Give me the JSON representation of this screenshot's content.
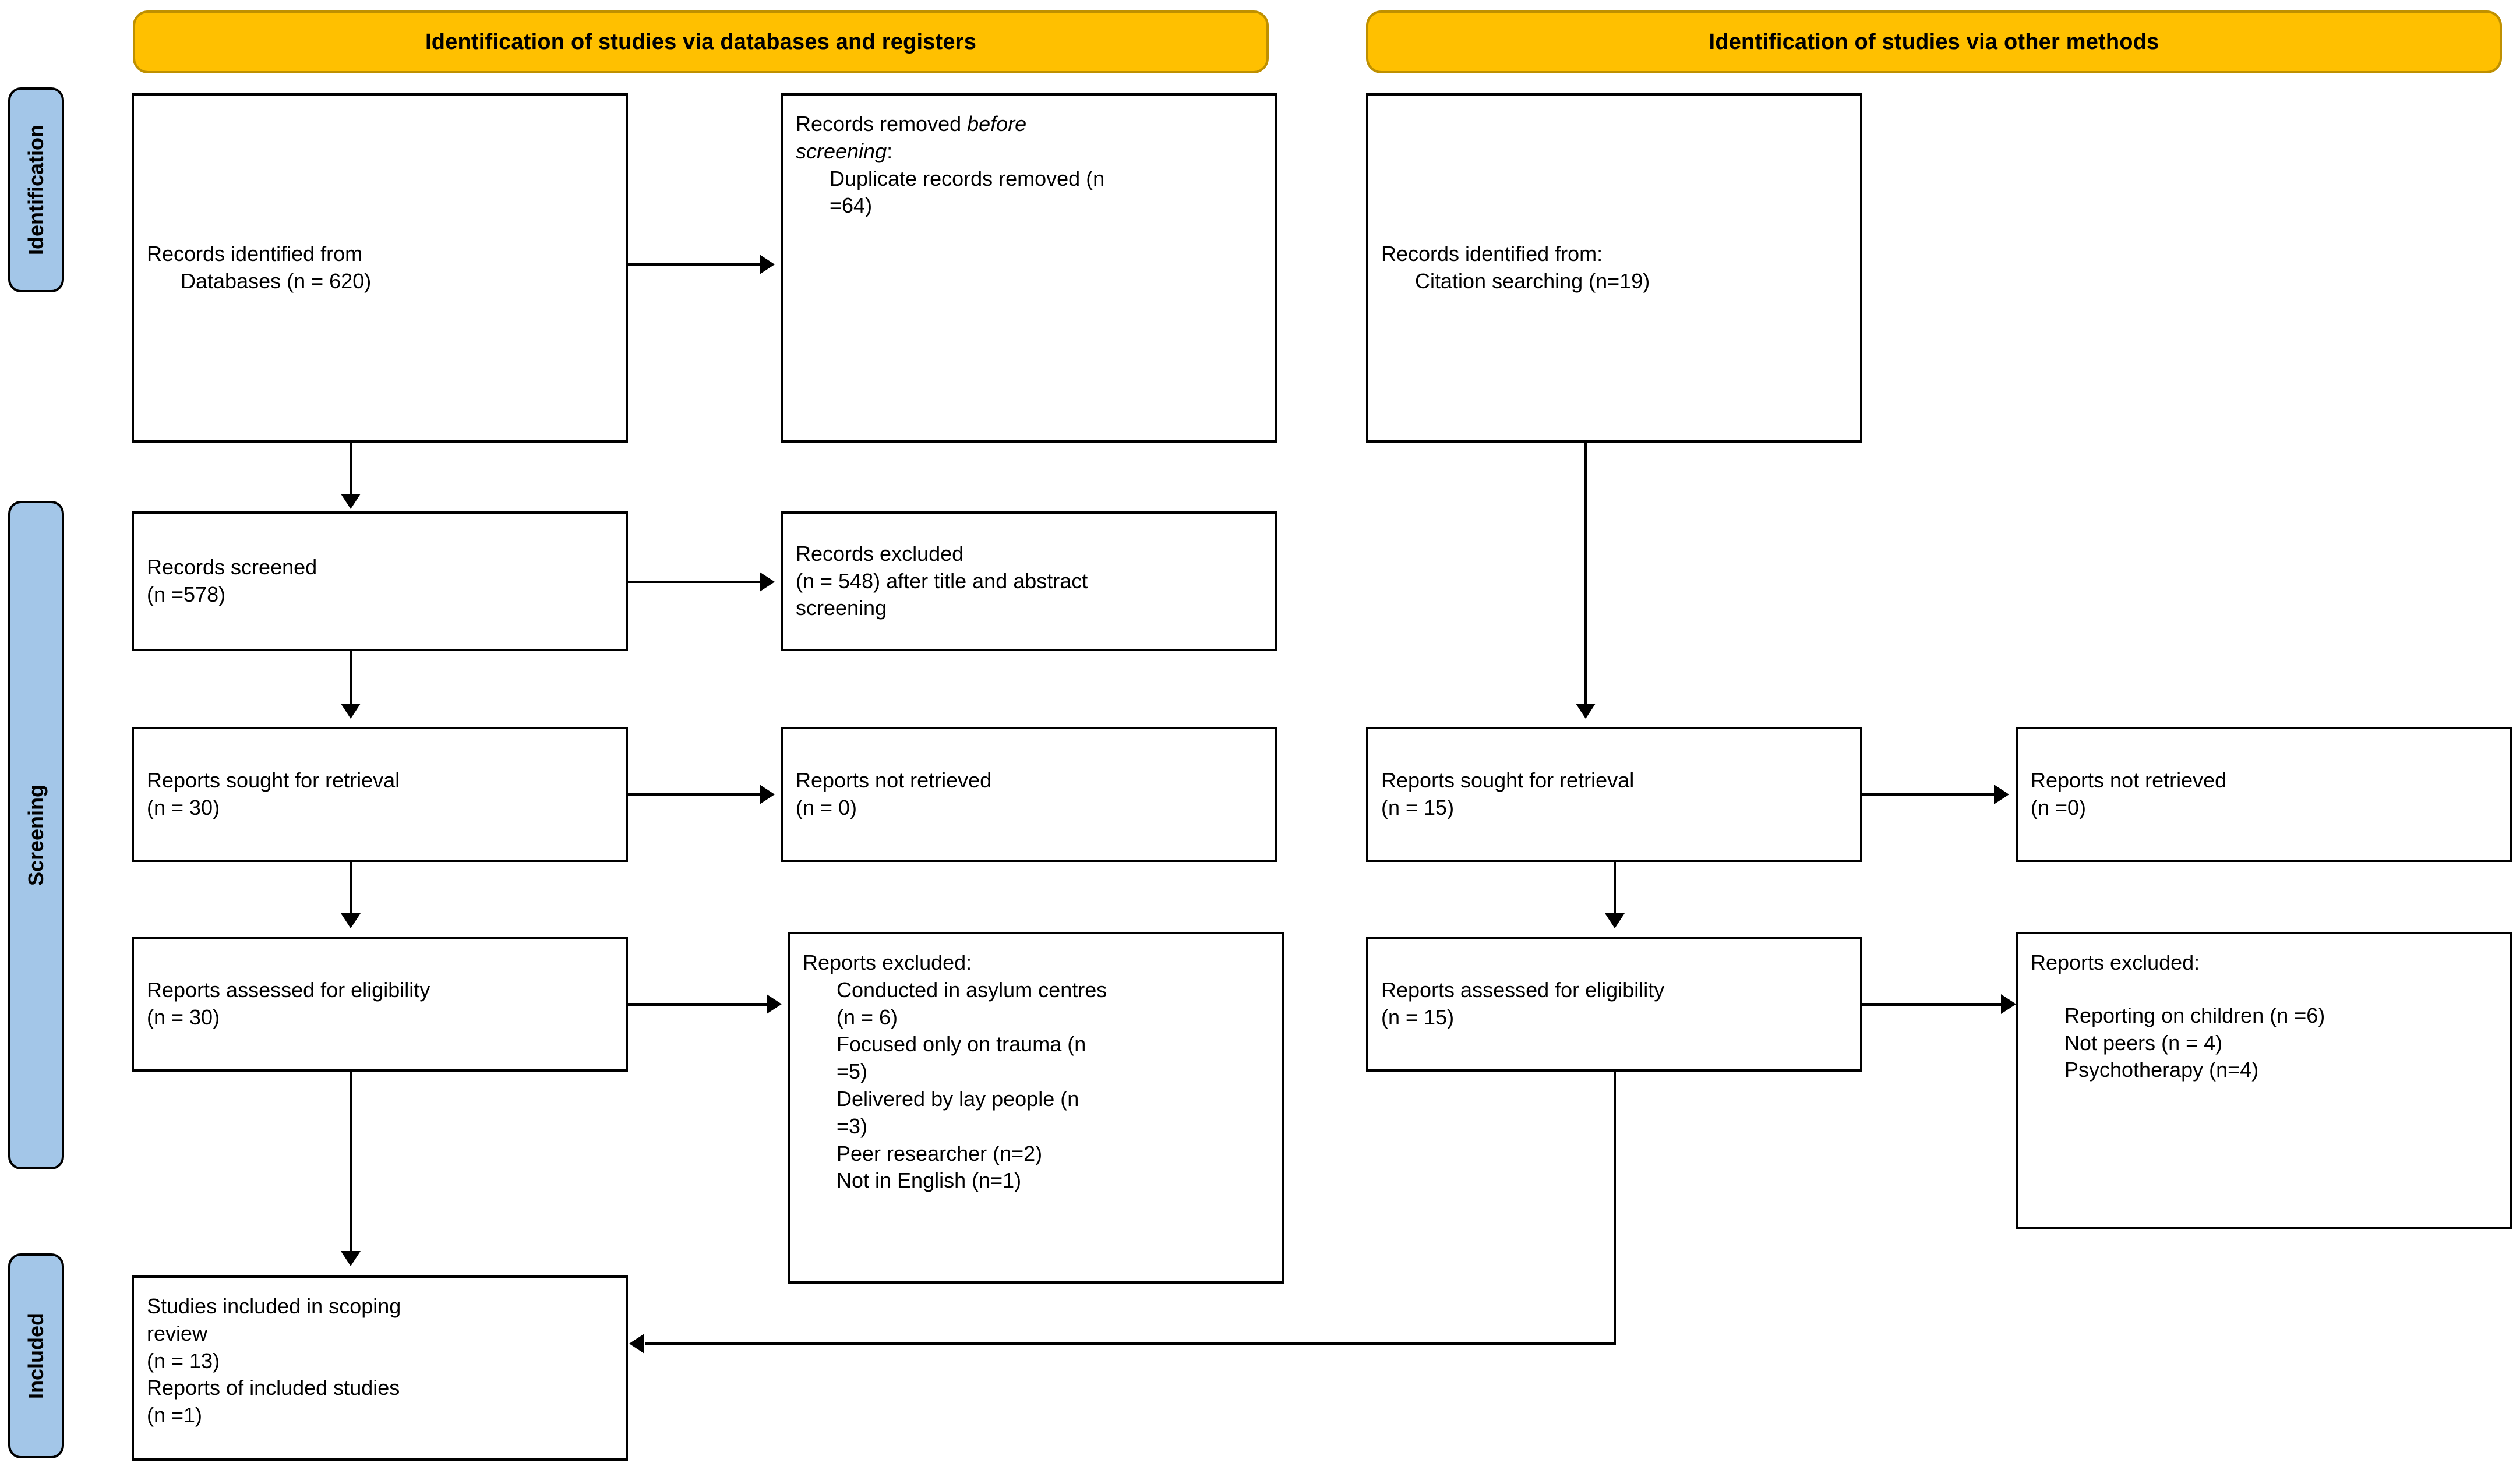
{
  "diagram": {
    "type": "PRISMA 2020 flow diagram",
    "colors": {
      "banner_fill": "#FFC000",
      "banner_border": "#BF9000",
      "stage_tab_fill": "#A3C6E8",
      "box_border": "#000000",
      "box_fill": "#FFFFFF",
      "connector": "#000000"
    }
  },
  "banners": {
    "left": "Identification of studies via databases and registers",
    "right": "Identification of studies via other methods"
  },
  "stage_tabs": [
    {
      "label": "Identification"
    },
    {
      "label": "Screening"
    },
    {
      "label": "Included"
    }
  ],
  "left_column": {
    "identified": {
      "line1": "Records identified from",
      "line2": "Databases (n = 620)"
    },
    "removed": {
      "line1a": "Records removed ",
      "line1b": "before",
      "line2a": "screening",
      "line2b": ":",
      "line3": "Duplicate records removed (n",
      "line4": "=64)"
    },
    "screened": {
      "line1": "Records screened",
      "line2": "(n =578)"
    },
    "excluded_screening": {
      "line1": "Records excluded",
      "line2": "(n = 548) after title and abstract",
      "line3": "screening"
    },
    "sought": {
      "line1": "Reports sought for retrieval",
      "line2": "(n = 30)"
    },
    "not_retrieved": {
      "line1": "Reports not retrieved",
      "line2": "(n = 0)"
    },
    "eligibility": {
      "line1": "Reports assessed for eligibility",
      "line2": "(n = 30)"
    },
    "excluded_reports": {
      "heading": "Reports excluded:",
      "items": [
        "Conducted in asylum centres",
        "(n = 6)",
        "Focused only on trauma (n",
        "=5)",
        "Delivered by lay people (n",
        "=3)",
        "Peer researcher (n=2)",
        "Not in English (n=1)"
      ]
    }
  },
  "right_column": {
    "identified": {
      "line1": "Records identified from:",
      "line2": "Citation searching (n=19)"
    },
    "sought": {
      "line1": "Reports sought for retrieval",
      "line2": "(n = 15)"
    },
    "not_retrieved": {
      "line1": "Reports not retrieved",
      "line2": "(n =0)"
    },
    "eligibility": {
      "line1": "Reports assessed for eligibility",
      "line2": "(n = 15)"
    },
    "excluded_reports": {
      "heading": "Reports excluded:",
      "items": [
        "Reporting on children (n =6)",
        "Not peers (n = 4)",
        "Psychotherapy (n=4)"
      ]
    }
  },
  "included_box": {
    "line1": "Studies included in scoping",
    "line2": "review",
    "line3": "(n = 13)",
    "line4": "Reports of included studies",
    "line5": "(n =1)"
  },
  "chart_data": {
    "type": "table",
    "title": "PRISMA 2020 flow diagram counts",
    "categories": [
      "Records identified from databases",
      "Duplicate records removed before screening",
      "Records screened",
      "Records excluded after title and abstract screening",
      "Reports sought for retrieval (databases)",
      "Reports not retrieved (databases)",
      "Reports assessed for eligibility (databases)",
      "Excluded: Conducted in asylum centres",
      "Excluded: Focused only on trauma",
      "Excluded: Delivered by lay people",
      "Excluded: Peer researcher",
      "Excluded: Not in English",
      "Records identified from citation searching",
      "Reports sought for retrieval (other methods)",
      "Reports not retrieved (other methods)",
      "Reports assessed for eligibility (other methods)",
      "Excluded: Reporting on children",
      "Excluded: Not peers",
      "Excluded: Psychotherapy",
      "Studies included in scoping review",
      "Reports of included studies"
    ],
    "values": [
      620,
      64,
      578,
      548,
      30,
      0,
      30,
      6,
      5,
      3,
      2,
      1,
      19,
      15,
      0,
      15,
      6,
      4,
      4,
      13,
      1
    ]
  }
}
